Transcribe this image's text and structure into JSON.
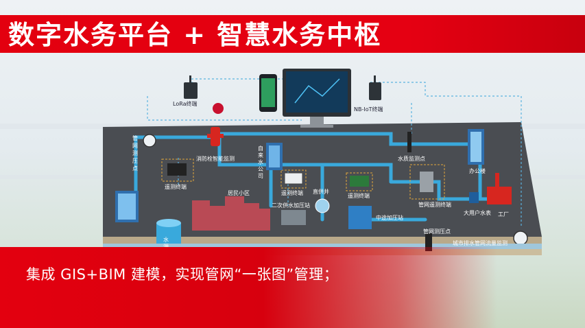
{
  "title": "数字水务平台 + 智慧水务中枢",
  "caption": "集成 GIS+BIM 建模，实现管网“一张图”管理；",
  "labels": {
    "lora": "LoRa终端",
    "nbiot": "NB-IoT终端",
    "pipe_pressure_left": "管网测压点",
    "hydrant": "消防栓智能监测",
    "remote_terminal_left": "遥测终端",
    "water_company": "自来水公司",
    "residential": "居民小区",
    "remote_terminal_mid": "遥测终端",
    "secondary_supply": "二次供水加压站",
    "direct_well": "直供井",
    "remote_terminal_right": "遥测终端",
    "mid_booster": "中途加压站",
    "water_quality": "水质监测点",
    "pipe_remote_terminal": "管网遥测终端",
    "office": "办公楼",
    "big_user_meter": "大用户水表",
    "factory": "工厂",
    "pipe_pressure_bottom": "管网测压点",
    "drainage_flow": "城市排水管网流量监测",
    "reservoir": "水源池"
  },
  "colors": {
    "brand_red": "#e3000f",
    "pipe_blue": "#39a9dc",
    "ground_dark": "#4a4d52"
  }
}
